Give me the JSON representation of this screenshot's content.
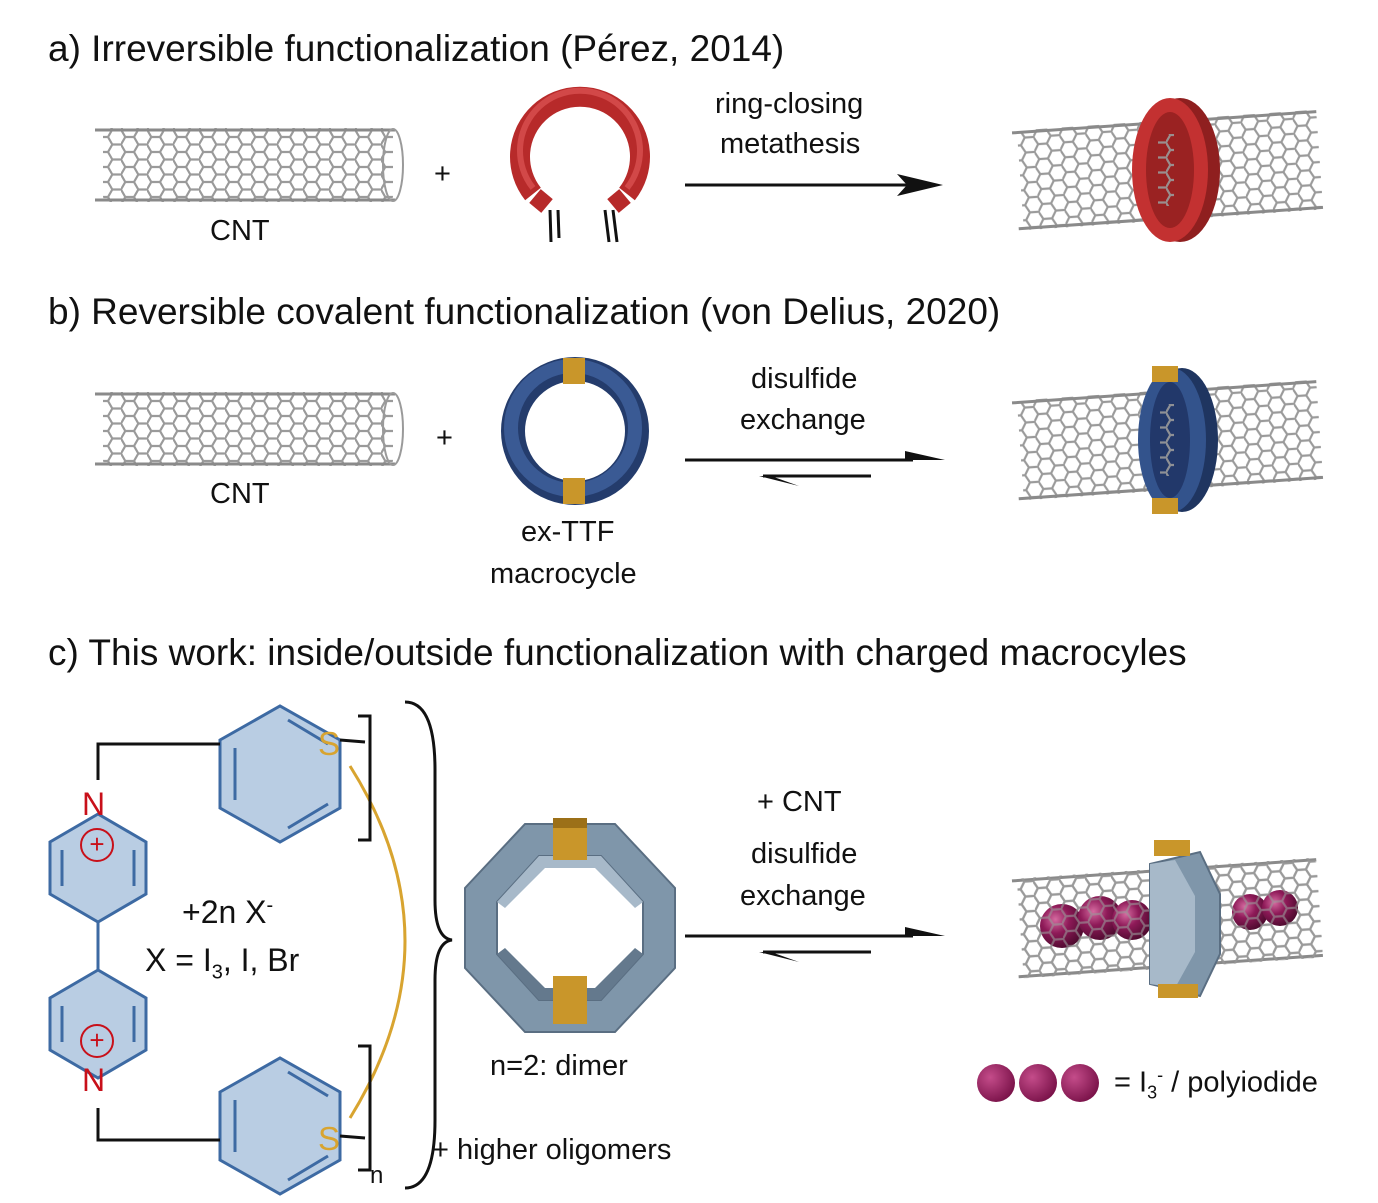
{
  "panel_a": {
    "title": "a) Irreversible functionalization (Pérez, 2014)",
    "cnt_label": "CNT",
    "plus": "+",
    "arrow_line1": "ring-closing",
    "arrow_line2": "metathesis"
  },
  "panel_b": {
    "title": "b) Reversible covalent functionalization (von Delius, 2020)",
    "cnt_label": "CNT",
    "plus": "+",
    "arrow_line1": "disulfide",
    "arrow_line2": "exchange",
    "macro_line1": "ex-TTF",
    "macro_line2": "macrocycle"
  },
  "panel_c": {
    "title": "c) This work: inside/outside functionalization with charged macrocyles",
    "atom_n": "N",
    "atom_s": "S",
    "charge": "+",
    "counterion": "+2n X",
    "counterion_sup": "-",
    "x_def_pre": "X = I",
    "x_def_sub": "3",
    "x_def_post": ", I, Br",
    "subscript_n": "n",
    "dimer_label": "n=2: dimer",
    "oligomers": "+ higher oligomers",
    "arrow_line0": "+ CNT",
    "arrow_line1": "disulfide",
    "arrow_line2": "exchange",
    "legend_eq": "= I",
    "legend_sub": "3",
    "legend_sup": "-",
    "legend_rest": " / polyiodide"
  },
  "colors": {
    "red_ring": "#b72a2a",
    "blue_ring": "#2f4a80",
    "gray_ring": "#7f96aa",
    "gold": "#c9962a",
    "benzene_fill": "#b9cde3",
    "benzene_stroke": "#3d6aa3",
    "nitrogen": "#c8101a",
    "iodide": "#8e1a58",
    "cnt_gray": "#9a9a9a"
  }
}
